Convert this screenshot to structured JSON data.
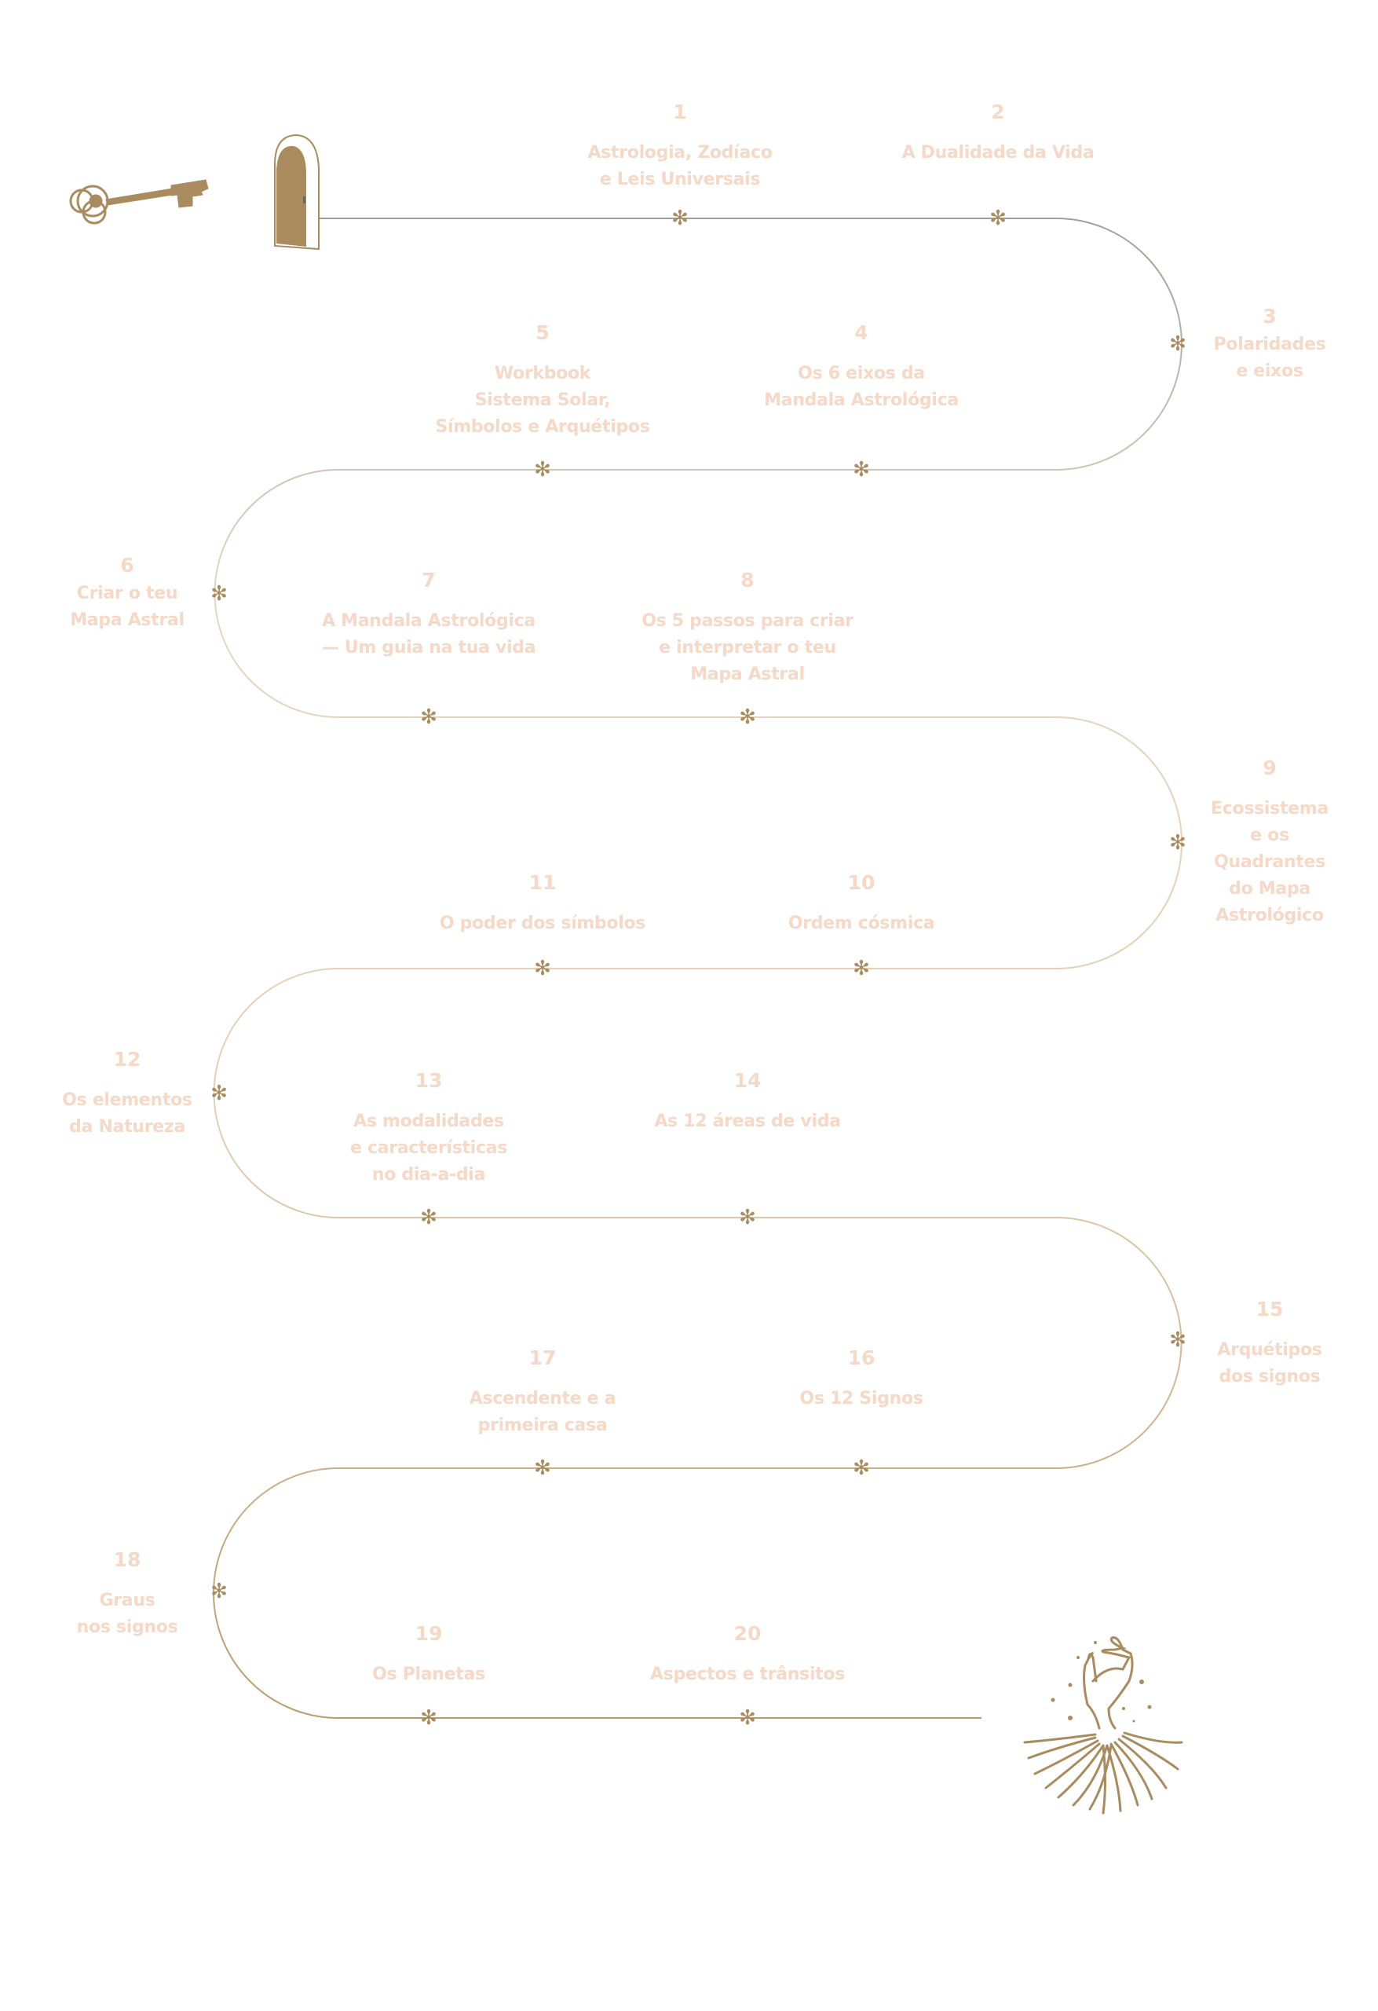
{
  "colors": {
    "text": "#f6d8c6",
    "gold": "#a98b5e",
    "path_start": "#9aa29a",
    "path_end": "#b89a6c"
  },
  "icons": {
    "start": [
      "key-icon",
      "door-icon"
    ],
    "end": "hand-roots-icon",
    "milestone": "asterisk-star-icon"
  },
  "steps": [
    {
      "number": "1",
      "title": "Astrologia, Zodíaco\ne Leis Universais"
    },
    {
      "number": "2",
      "title": "A Dualidade da Vida"
    },
    {
      "number": "3",
      "title": "Polaridades\ne eixos"
    },
    {
      "number": "4",
      "title": "Os 6 eixos da\nMandala Astrológica"
    },
    {
      "number": "5",
      "title": "Workbook\nSistema Solar,\nSímbolos e Arquétipos"
    },
    {
      "number": "6",
      "title": "Criar o teu\nMapa Astral"
    },
    {
      "number": "7",
      "title": "A Mandala Astrológica\n— Um guia na tua vida"
    },
    {
      "number": "8",
      "title": "Os 5 passos para criar\ne interpretar o teu\nMapa Astral"
    },
    {
      "number": "9",
      "title": "Ecossistema\ne os\nQuadrantes\ndo Mapa\nAstrológico"
    },
    {
      "number": "10",
      "title": "Ordem cósmica"
    },
    {
      "number": "11",
      "title": "O poder dos símbolos"
    },
    {
      "number": "12",
      "title": "Os elementos\nda Natureza"
    },
    {
      "number": "13",
      "title": "As modalidades\ne características\nno dia-a-dia"
    },
    {
      "number": "14",
      "title": "As 12 áreas de vida"
    },
    {
      "number": "15",
      "title": "Arquétipos\ndos signos"
    },
    {
      "number": "16",
      "title": "Os 12 Signos"
    },
    {
      "number": "17",
      "title": "Ascendente e a\nprimeira casa"
    },
    {
      "number": "18",
      "title": "Graus\nnos signos"
    },
    {
      "number": "19",
      "title": "Os Planetas"
    },
    {
      "number": "20",
      "title": "Aspectos e trânsitos"
    }
  ]
}
